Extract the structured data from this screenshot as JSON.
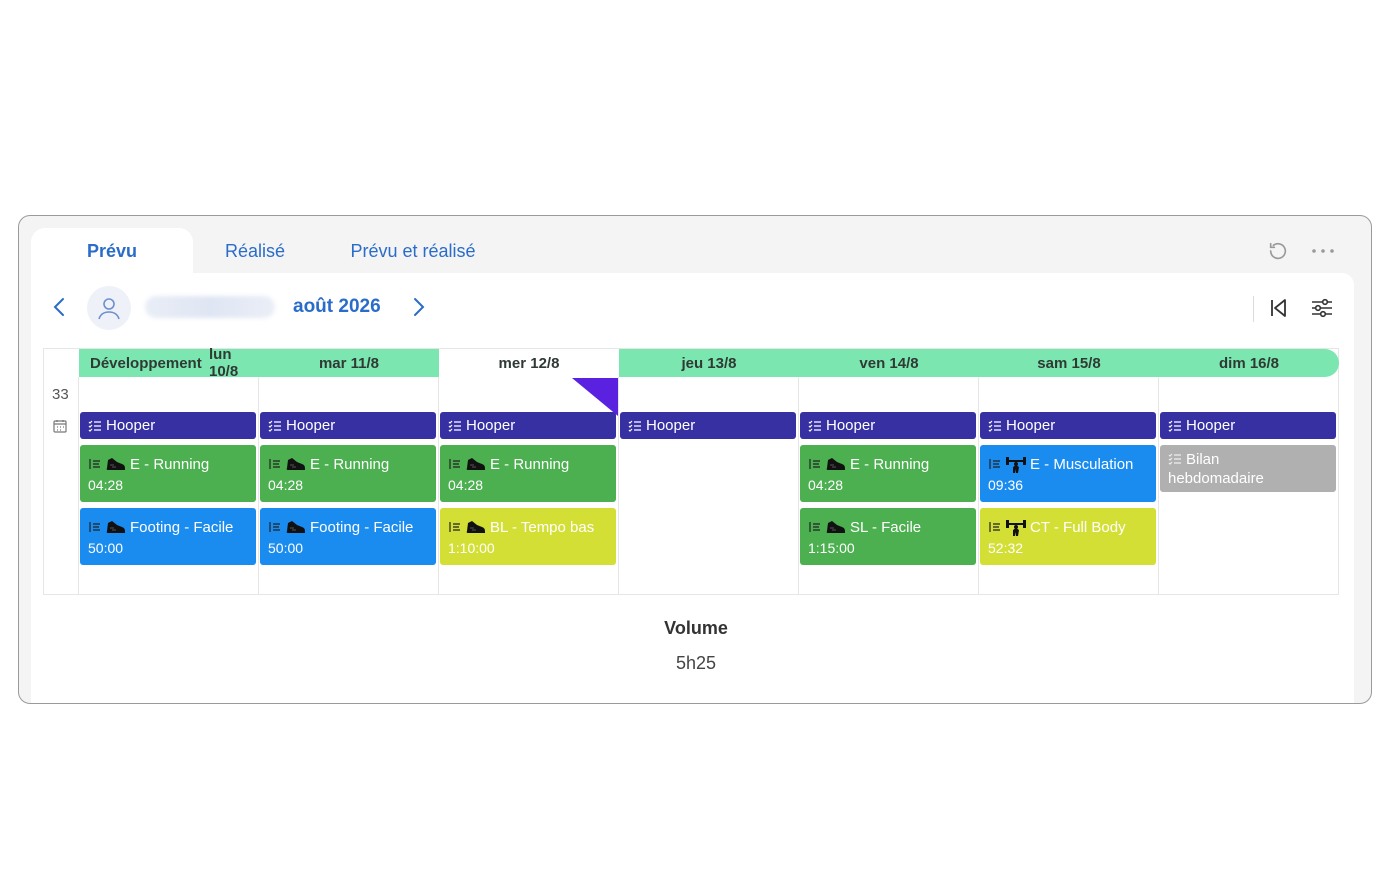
{
  "tabs": [
    {
      "label": "Prévu",
      "active": true
    },
    {
      "label": "Réalisé",
      "active": false
    },
    {
      "label": "Prévu et réalisé",
      "active": false
    }
  ],
  "nav": {
    "month": "août 2026"
  },
  "phase": "Développement",
  "week": "33",
  "days": [
    "lun 10/8",
    "mar 11/8",
    "mer 12/8",
    "jeu 13/8",
    "ven 14/8",
    "sam 15/8",
    "dim 16/8"
  ],
  "today_index": 2,
  "columns": [
    [
      {
        "type": "hooper",
        "title": "Hooper"
      },
      {
        "type": "green",
        "sport": "run",
        "title": "E - Running",
        "duration": "04:28"
      },
      {
        "type": "blue",
        "sport": "run",
        "title": "Footing - Facile",
        "duration": "50:00"
      }
    ],
    [
      {
        "type": "hooper",
        "title": "Hooper"
      },
      {
        "type": "green",
        "sport": "run",
        "title": "E - Running",
        "duration": "04:28"
      },
      {
        "type": "blue",
        "sport": "run",
        "title": "Footing - Facile",
        "duration": "50:00"
      }
    ],
    [
      {
        "type": "hooper",
        "title": "Hooper"
      },
      {
        "type": "green",
        "sport": "run",
        "title": "E - Running",
        "duration": "04:28"
      },
      {
        "type": "yellow",
        "sport": "run",
        "title": "BL - Tempo bas",
        "duration": "1:10:00"
      }
    ],
    [
      {
        "type": "hooper",
        "title": "Hooper"
      }
    ],
    [
      {
        "type": "hooper",
        "title": "Hooper"
      },
      {
        "type": "green",
        "sport": "run",
        "title": "E - Running",
        "duration": "04:28"
      },
      {
        "type": "green",
        "sport": "run",
        "title": "SL - Facile",
        "duration": "1:15:00"
      }
    ],
    [
      {
        "type": "hooper",
        "title": "Hooper"
      },
      {
        "type": "blue",
        "sport": "weights",
        "title": "E - Musculation",
        "duration": "09:36"
      },
      {
        "type": "yellow",
        "sport": "weights",
        "title": "CT - Full Body",
        "duration": "52:32"
      }
    ],
    [
      {
        "type": "hooper",
        "title": "Hooper"
      },
      {
        "type": "gray",
        "sport": "none",
        "title": "Bilan",
        "duration": "hebdomadaire"
      }
    ]
  ],
  "volume": {
    "label": "Volume",
    "value": "5h25"
  },
  "colors": {
    "accent": "#2a6cc9",
    "phase": "#7be6b0",
    "hooper": "#3730a3",
    "green": "#4caf50",
    "blue": "#1a8cf0",
    "yellow": "#d4df36",
    "gray": "#b0b0b0",
    "today_marker": "#5b21e0"
  }
}
